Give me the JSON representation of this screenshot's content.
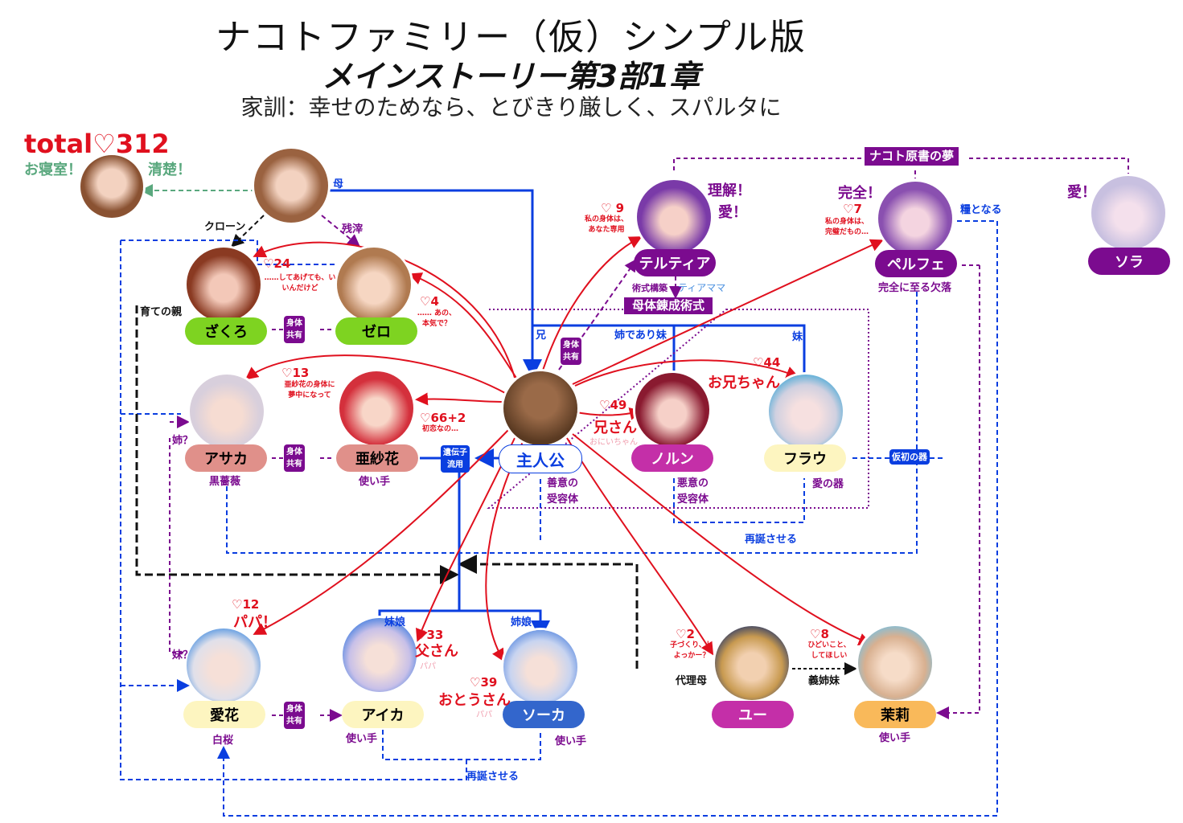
{
  "header": {
    "title": "ナコトファミリー（仮）シンプル版",
    "subtitle": "メインストーリー第3部1章",
    "motto": "家訓：幸せのためなら、とびきり厳しく、スパルタに"
  },
  "total": {
    "label": "total",
    "heart": "♡",
    "value": "312",
    "left_note": "お寝室！",
    "right_note": "清楚！"
  },
  "characters": [
    {
      "name": "ざくろ",
      "affection": "♡24",
      "quote": "……してあげても、いいんだけど",
      "color": "#7ed321"
    },
    {
      "name": "ゼロ",
      "affection": "♡4",
      "quote": "…… あの、本気で？",
      "color": "#7ed321"
    },
    {
      "name": "アサカ",
      "affection": "♡13",
      "quote": "亜紗花の身体に夢中になって",
      "sub": "黒薔薇",
      "color": "#e0908a"
    },
    {
      "name": "亜紗花",
      "affection": "♡66+2",
      "quote": "初恋なの…",
      "sub": "使い手",
      "color": "#e0908a"
    },
    {
      "name": "主人公",
      "sub1": "善意の",
      "sub2": "受容体",
      "color": "#ffffff"
    },
    {
      "name": "テルティア",
      "affection": "♡ 9",
      "quote": "私の身体は、あなた専用",
      "shout1": "理解！",
      "shout2": "愛！",
      "color": "#7b0b8f"
    },
    {
      "name": "ペルフェ",
      "affection": "♡7",
      "quote": "私の身体は、完璧だもの…",
      "shout1": "完全！",
      "sub": "完全に至る欠落",
      "color": "#7b0b8f"
    },
    {
      "name": "ソラ",
      "shout1": "愛！",
      "color": "#7b0b8f"
    },
    {
      "name": "ノルン",
      "affection": "♡49",
      "call": "兄さん",
      "call_sub": "おにいちゃん",
      "sub1": "悪意の",
      "sub2": "受容体",
      "color": "#c42fa8"
    },
    {
      "name": "フラウ",
      "affection": "♡44",
      "call": "お兄ちゃん",
      "sub": "愛の器",
      "color": "#fdf5c0"
    },
    {
      "name": "愛花",
      "affection": "♡12",
      "call": "パパ！",
      "sub": "白桜",
      "color": "#fdf5c0"
    },
    {
      "name": "アイカ",
      "affection": "♡33",
      "call": "父さん",
      "call_sub": "パパ",
      "sub": "使い手",
      "color": "#fdf5c0"
    },
    {
      "name": "ソーカ",
      "affection": "♡39",
      "call": "おとうさん",
      "call_sub": "パパ",
      "sub": "使い手",
      "color": "#3366cc"
    },
    {
      "name": "ユー",
      "affection": "♡2",
      "quote": "子づくり、しよっかー？",
      "color": "#c42fa8"
    },
    {
      "name": "茉莉",
      "affection": "♡8",
      "quote": "ひどいこと、してほしい",
      "sub": "使い手",
      "color": "#f9b95a"
    }
  ],
  "relations": {
    "mother": "母",
    "clone": "クローン",
    "remnant": "残滓",
    "foster": "育ての親",
    "elder_sister_q": "姉？",
    "younger_sister_q": "妹？",
    "brother": "兄",
    "sister_both": "姉であり妹",
    "sister": "妹",
    "body_share": "身体",
    "body_share2": "共有",
    "nourish": "糧となる",
    "rebirth": "再誕させる",
    "younger_daughter": "妹娘",
    "elder_daughter": "姉娘",
    "surrogate": "代理母",
    "sister_in_law": "義姉妹",
    "spell_build": "術式構築",
    "tia_mama": "ティアママ"
  },
  "badges": {
    "nakoto": "ナコト原書の夢",
    "mother_spell": "母体錬成術式",
    "gene1": "遺伝子",
    "gene2": "流用",
    "vessel": "仮初の器"
  }
}
